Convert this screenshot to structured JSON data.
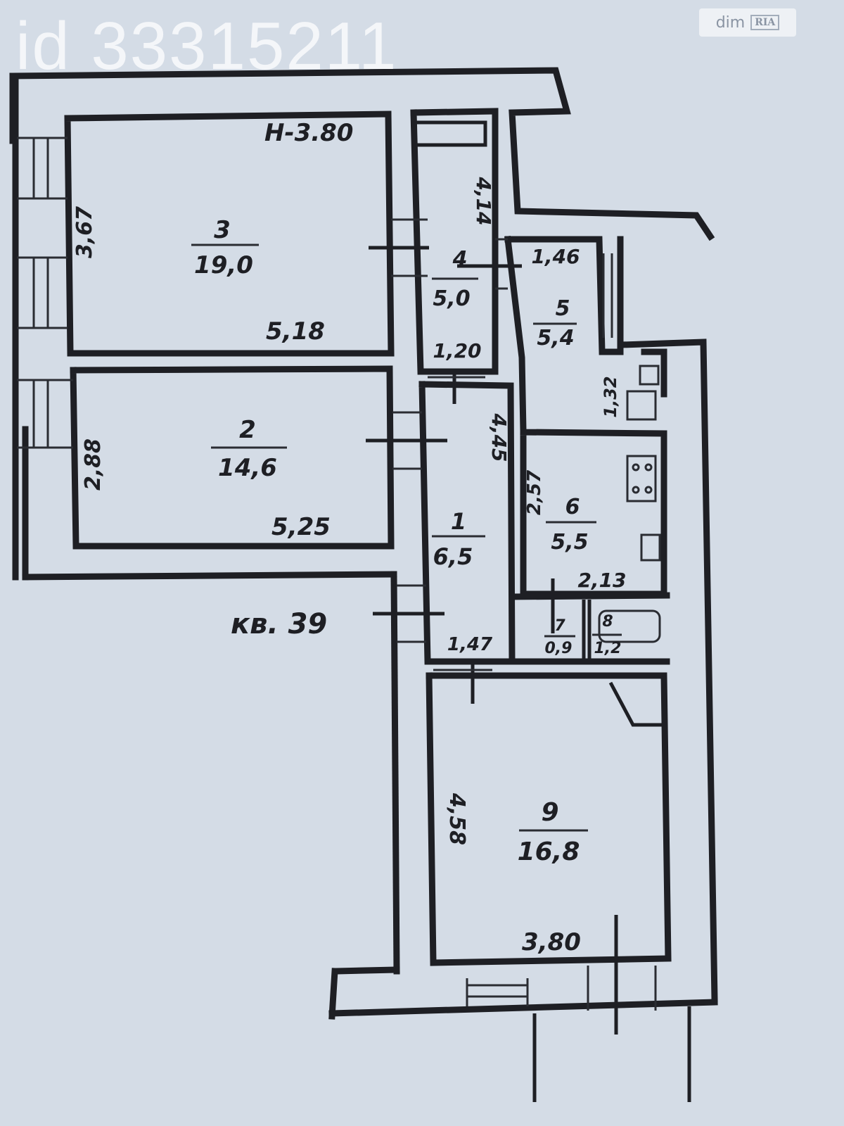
{
  "listing_id": "id 33315211",
  "watermark": {
    "left": "dim",
    "right": "RIA"
  },
  "apartment_label": "кв. 39",
  "ceiling_height": "H-3.80",
  "rooms": [
    {
      "key": "r3",
      "number": "3",
      "area": "19,0",
      "dims": [
        "3,67",
        "5,18"
      ]
    },
    {
      "key": "r4",
      "number": "4",
      "area": "5,0",
      "dims": [
        "4,14",
        "1,20"
      ]
    },
    {
      "key": "r5",
      "number": "5",
      "area": "5,4",
      "dims": [
        "1,46",
        "1,32"
      ]
    },
    {
      "key": "r2",
      "number": "2",
      "area": "14,6",
      "dims": [
        "2,88",
        "5,25"
      ]
    },
    {
      "key": "r1",
      "number": "1",
      "area": "6,5",
      "dims": [
        "4,45",
        "1,47"
      ]
    },
    {
      "key": "r6",
      "number": "6",
      "area": "5,5",
      "dims": [
        "2,57",
        "2,13"
      ]
    },
    {
      "key": "r7",
      "number": "7",
      "area": "0,9",
      "dims": []
    },
    {
      "key": "r8",
      "number": "8",
      "area": "1,2",
      "dims": []
    },
    {
      "key": "r9",
      "number": "9",
      "area": "16,8",
      "dims": [
        "4,58",
        "3,80"
      ]
    }
  ]
}
